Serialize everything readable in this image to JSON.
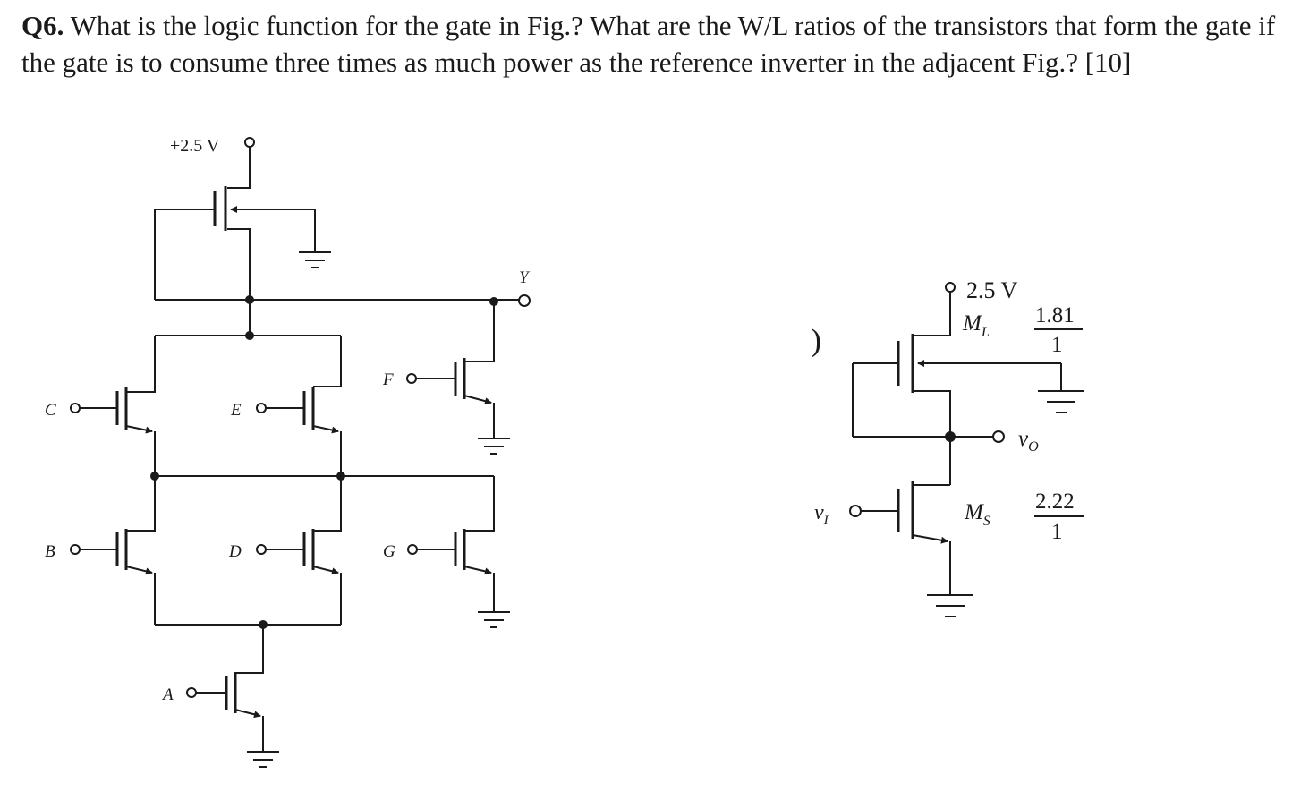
{
  "question": {
    "number": "Q6.",
    "text": " What is the logic function for the gate in Fig.? What are the W/L ratios of the transistors that form the gate if the gate is to consume three times as much power as the reference inverter in the adjacent Fig.? [10]"
  },
  "gate_figure": {
    "supply": "+2.5 V",
    "output": "Y",
    "inputs": {
      "a": "A",
      "b": "B",
      "c": "C",
      "d": "D",
      "e": "E",
      "f": "F",
      "g": "G"
    }
  },
  "inverter_figure": {
    "supply": "2.5 V",
    "load_name": "M",
    "load_sub": "L",
    "load_ratio_num": "1.81",
    "load_ratio_den": "1",
    "switch_name": "M",
    "switch_sub": "S",
    "switch_ratio_num": "2.22",
    "switch_ratio_den": "1",
    "input_name": "v",
    "input_sub": "I",
    "output_name": "v",
    "output_sub": "O",
    "stray_mark": ")"
  }
}
